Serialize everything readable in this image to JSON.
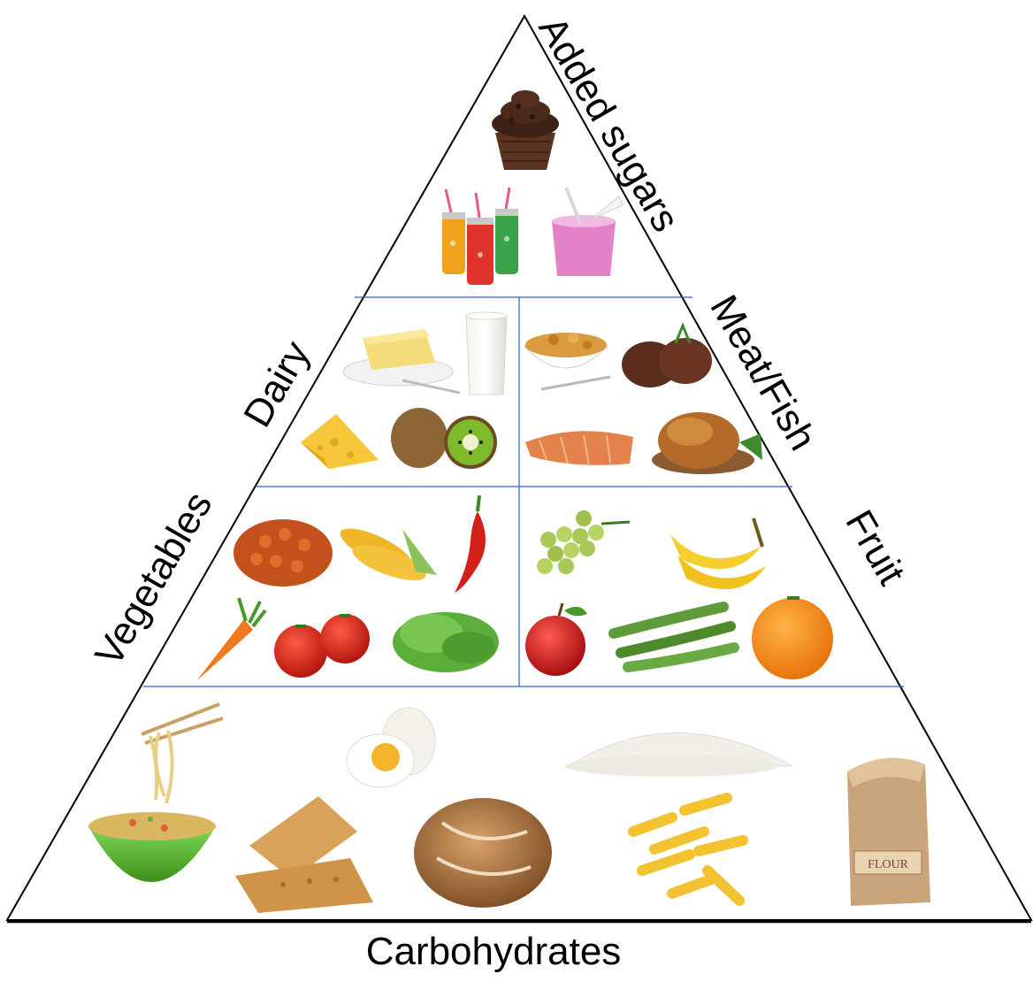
{
  "pyramid": {
    "labels": {
      "added_sugars": "Added sugars",
      "dairy": "Dairy",
      "meat_fish": "Meat/Fish",
      "vegetables": "Vegetables",
      "fruit": "Fruit",
      "carbohydrates": "Carbohydrates"
    },
    "colors": {
      "outline": "#000000",
      "section_dividers": "#2f5fd0"
    },
    "tiers": [
      {
        "group": "Added sugars",
        "items": [
          "cupcake",
          "soda cans",
          "yogurt cup"
        ]
      },
      {
        "group": "Dairy",
        "items": [
          "butter",
          "glass of milk",
          "cheese",
          "kiwi"
        ]
      },
      {
        "group": "Meat/Fish",
        "items": [
          "cereal bowl",
          "steak",
          "salmon",
          "roast chicken"
        ]
      },
      {
        "group": "Vegetables",
        "items": [
          "baked beans",
          "corn",
          "chili pepper",
          "carrot",
          "tomatoes",
          "lettuce"
        ]
      },
      {
        "group": "Fruit",
        "items": [
          "grapes",
          "bananas",
          "apple",
          "green beans",
          "orange"
        ]
      },
      {
        "group": "Carbohydrates",
        "items": [
          "noodles",
          "boiled egg",
          "rice",
          "bowl of noodles",
          "crackers",
          "bread",
          "pasta",
          "flour bag"
        ]
      }
    ],
    "flour_bag_text": "FLOUR"
  }
}
